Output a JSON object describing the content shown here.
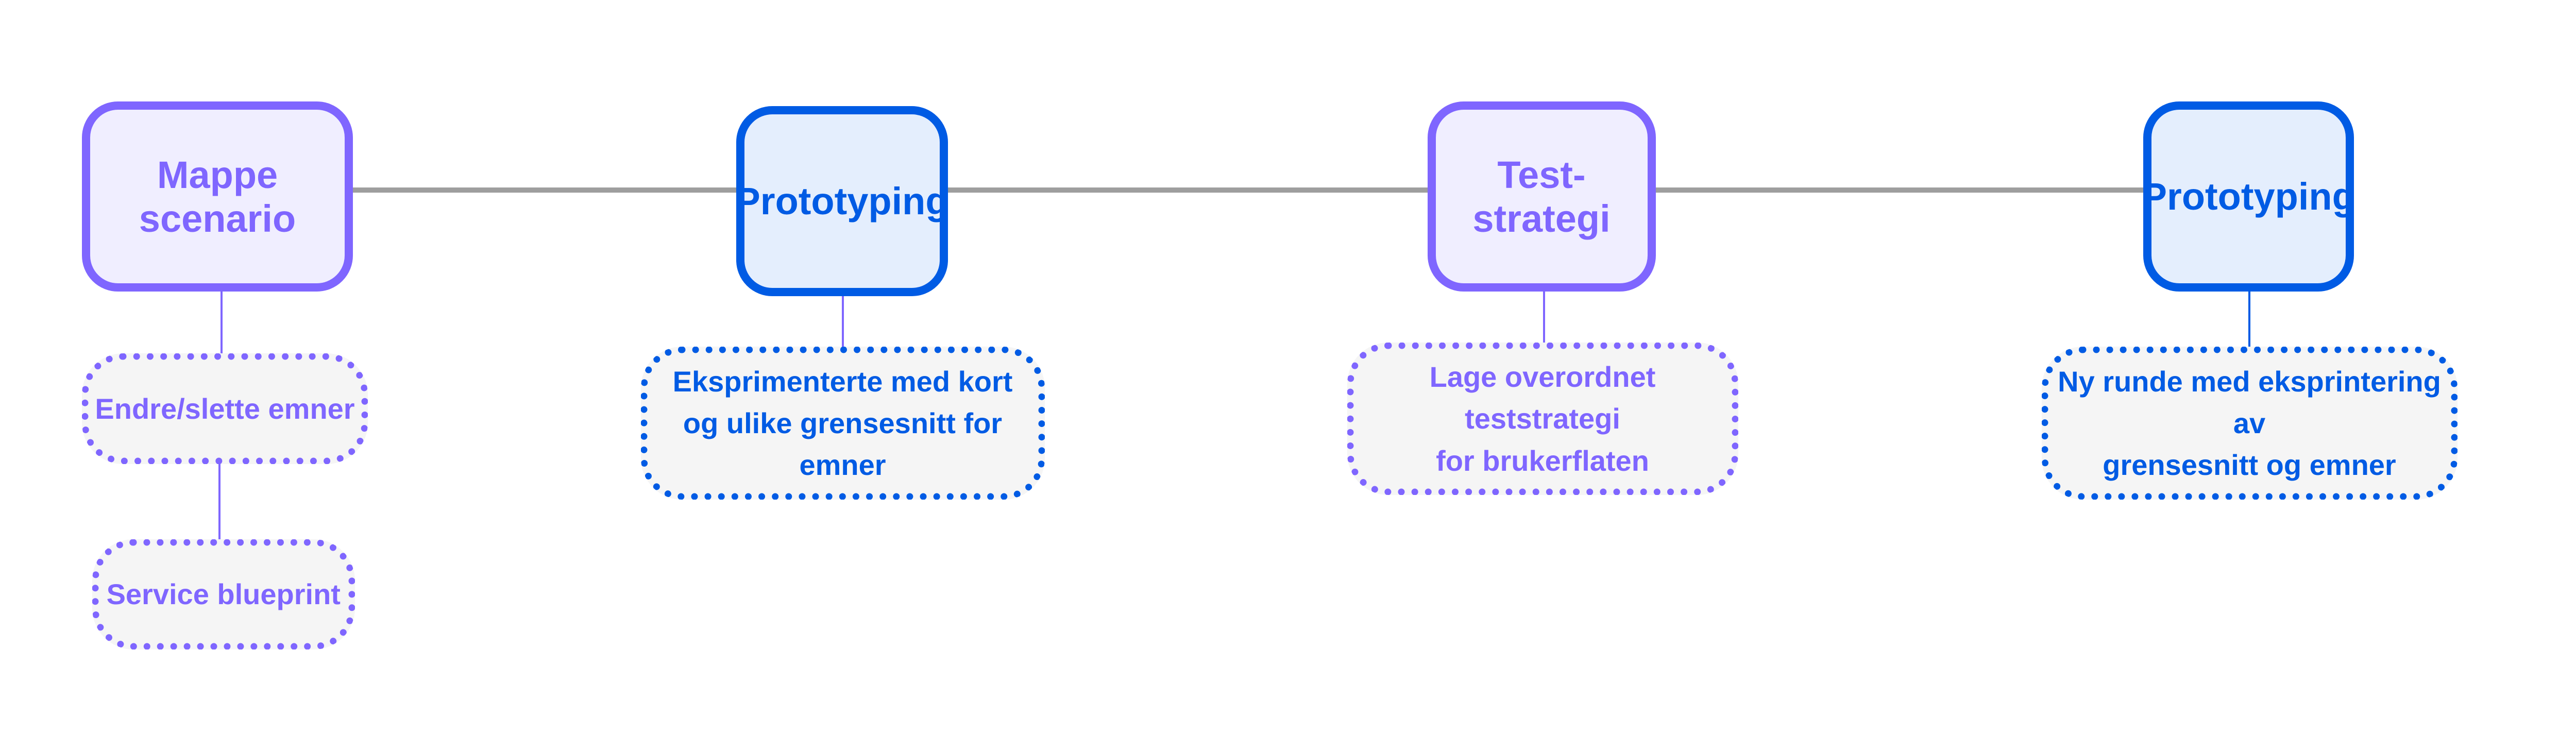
{
  "colors": {
    "purple": "#7f66ff",
    "blue": "#005be4",
    "timeline": "#9e9e9e",
    "sub_fill": "#f5f5f5"
  },
  "nodes": [
    {
      "label": "Mappe scenario",
      "color": "purple",
      "children": [
        "Endre/slette emner",
        "Service blueprint"
      ]
    },
    {
      "label": "Prototyping",
      "color": "blue",
      "children": [
        "Eksprimenterte med kort\nog ulike grensesnitt for emner"
      ]
    },
    {
      "label": "Test-strategi",
      "color": "purple",
      "children": [
        "Lage overordnet teststrategi\nfor brukerflaten"
      ]
    },
    {
      "label": "Prototyping",
      "color": "blue",
      "children": [
        "Ny runde med eksprintering av\ngrensesnitt og emner"
      ]
    }
  ]
}
